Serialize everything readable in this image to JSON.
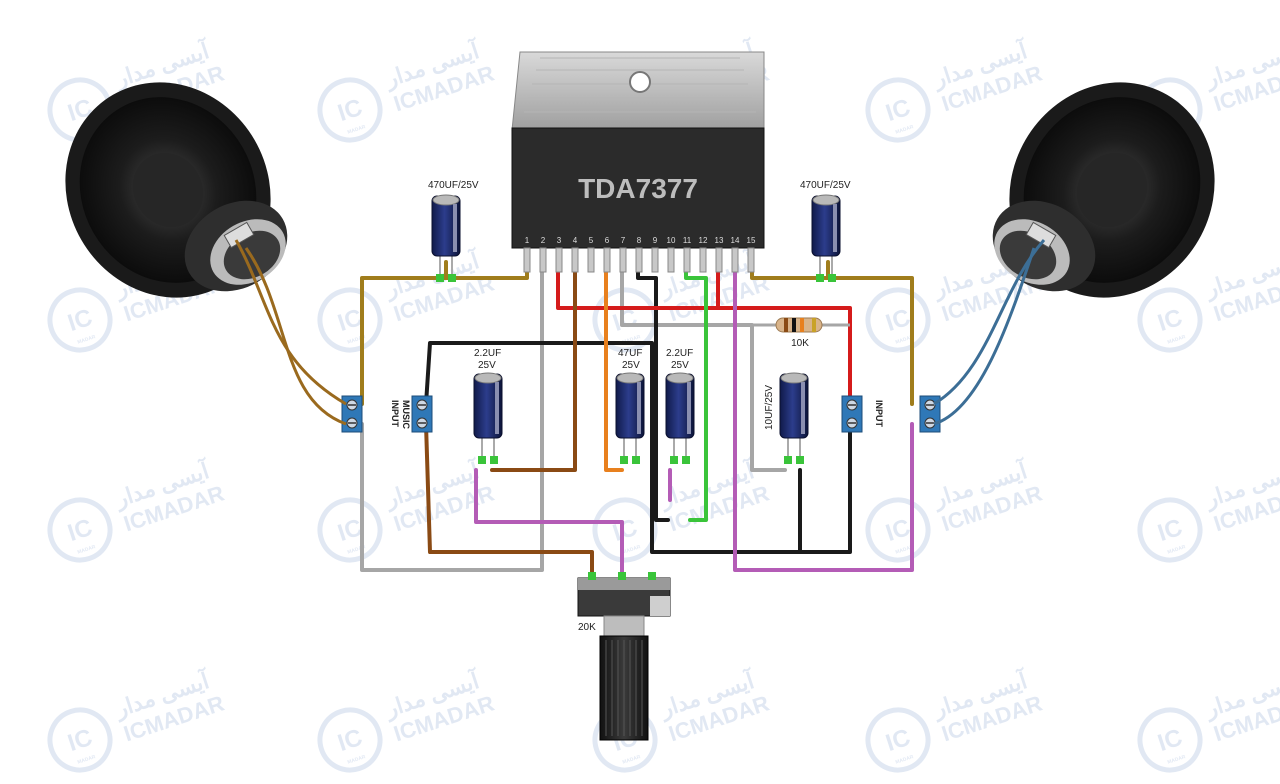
{
  "ic": {
    "name": "TDA7377",
    "pin_numbers": [
      "1",
      "2",
      "3",
      "4",
      "5",
      "6",
      "7",
      "8",
      "9",
      "10",
      "11",
      "12",
      "13",
      "14",
      "15"
    ]
  },
  "components": {
    "cap_470_left": "470UF/25V",
    "cap_470_right": "470UF/25V",
    "cap_22_left_line1": "2.2UF",
    "cap_22_left_line2": "25V",
    "cap_47_line1": "47UF",
    "cap_47_line2": "25V",
    "cap_22_mid_line1": "2.2UF",
    "cap_22_mid_line2": "25V",
    "cap_10": "10UF/25V",
    "resistor": "10K",
    "potentiometer": "20K"
  },
  "terminals": {
    "input_music_line1": "INPUT",
    "input_music_line2": "MUSIC",
    "input_right": "INPUT"
  },
  "watermark": {
    "latin": "ICMADAR",
    "persian": "آیسی مدار",
    "badge": "IC",
    "badge_sub": "MADAR"
  },
  "colors": {
    "wire_gold": "#a07d1c",
    "wire_gray": "#a6a6a6",
    "wire_black": "#1a1a1a",
    "wire_red": "#d51b1b",
    "wire_orange": "#e8801e",
    "wire_green": "#3ac43a",
    "wire_purple": "#b45cb6",
    "wire_brown": "#8a4a14",
    "speaker_wire_left": "#9a6a1e",
    "speaker_wire_right": "#3c6e96",
    "terminal_blue": "#2f78b7",
    "watermark": "#c9d6ea"
  }
}
